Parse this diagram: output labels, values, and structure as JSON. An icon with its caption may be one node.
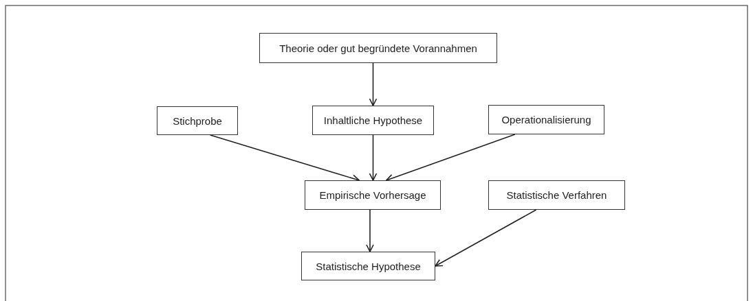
{
  "diagram": {
    "nodes": [
      {
        "text": [
          "Theorie oder gut begründete Vorannahmen"
        ]
      },
      {
        "text": [
          "Stichprobe"
        ]
      },
      {
        "text": [
          "Inhaltliche Hypothese"
        ]
      },
      {
        "text": [
          "Operationalisierung"
        ]
      },
      {
        "text": [
          "Empirische Vorhersage"
        ]
      },
      {
        "text": [
          "Statistische Verfahren"
        ]
      },
      {
        "text": [
          "Statistische Hypothese"
        ]
      }
    ],
    "edges": [
      {
        "from": 0,
        "to": 2,
        "arrow": "to"
      },
      {
        "from": 1,
        "to": 4,
        "arrow": "to"
      },
      {
        "from": 2,
        "to": 4,
        "arrow": "to"
      },
      {
        "from": 3,
        "to": 4,
        "arrow": "to"
      },
      {
        "from": 4,
        "to": 6,
        "arrow": "to"
      },
      {
        "from": 5,
        "to": 6,
        "arrow": "to"
      }
    ]
  }
}
